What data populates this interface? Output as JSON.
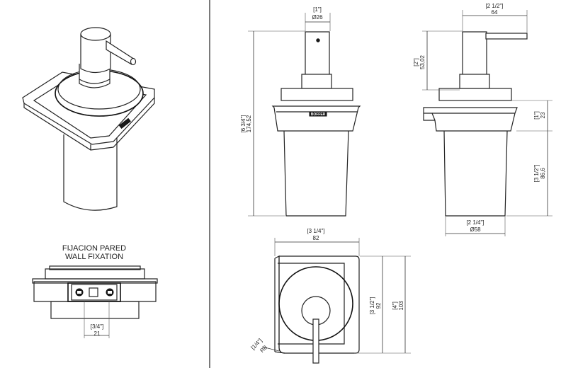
{
  "section": {
    "title_es": "FIJACION PARED",
    "title_en": "WALL FIXATION"
  },
  "brand": "BOFFER",
  "dimensions": {
    "pump_diameter_in": "[1\"]",
    "pump_diameter_mm": "Ø26",
    "spout_length_in": "[2 1/2\"]",
    "spout_length_mm": "64",
    "pump_height_in": "[2\"]",
    "pump_height_mm": "53,02",
    "total_height_in": "[6 3/4\"]",
    "total_height_mm": "174,52",
    "bracket_height_in": "[1\"]",
    "bracket_height_mm": "23",
    "body_height_in": "[3 1/2\"]",
    "body_height_mm": "86,6",
    "body_diameter_in": "[2 1/4\"]",
    "body_diameter_mm": "Ø58",
    "plate_width_in": "[3 1/4\"]",
    "plate_width_mm": "82",
    "plate_depth_in": "[3 1/2\"]",
    "plate_depth_mm": "92",
    "plate_length_in": "[4\"]",
    "plate_length_mm": "103",
    "corner_radius_in": "[1/4\"]",
    "corner_radius_mm": "R8",
    "fixing_spacing_in": "[3/4\"]",
    "fixing_spacing_mm": "21"
  }
}
